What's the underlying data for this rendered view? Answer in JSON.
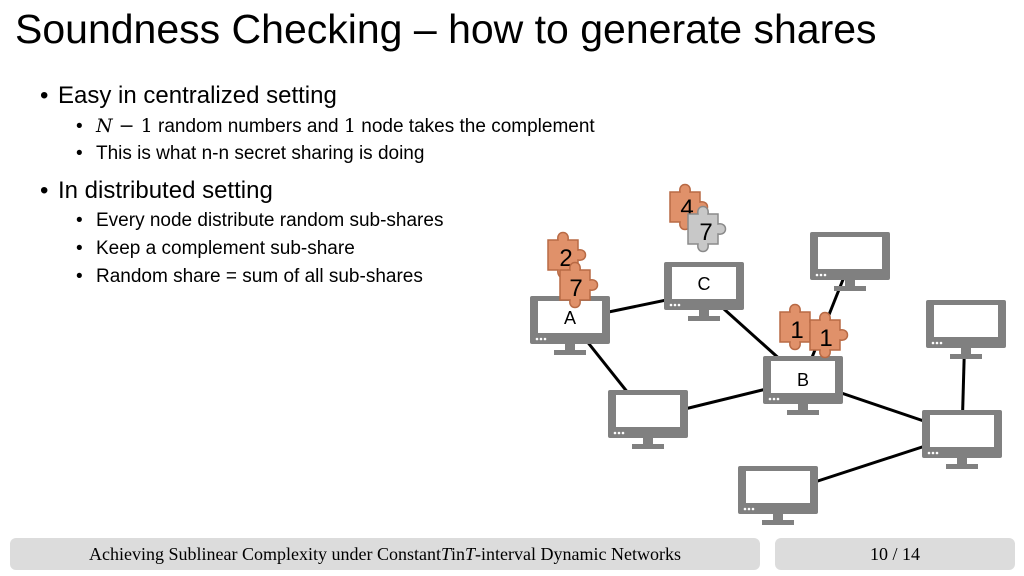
{
  "title": "Soundness Checking – how to generate shares",
  "bullets": {
    "b1": "Easy in centralized setting",
    "b1_sub1_pre": "N",
    "b1_sub1_mid": " − 1",
    "b1_sub1_text1": " random numbers and ",
    "b1_sub1_num": "1",
    "b1_sub1_text2": " node takes the complement",
    "b1_sub2": "This is what n-n secret sharing is doing",
    "b2": "In distributed setting",
    "b2_sub1": "Every node distribute random sub-shares",
    "b2_sub2": "Keep a complement sub-share",
    "b2_sub3": "Random share = sum of all sub-shares"
  },
  "network": {
    "node_labels": {
      "a": "A",
      "b": "B",
      "c": "C"
    },
    "pieces": {
      "a_top": "2",
      "a_bottom": "7",
      "c_orange": "4",
      "c_gray": "7",
      "b_left": "1",
      "b_right": "1"
    },
    "colors": {
      "monitor": "#808080",
      "screen": "#ffffff",
      "piece_orange": "#e0916a",
      "piece_gray": "#c8c8c8",
      "line": "#000000"
    }
  },
  "footer": {
    "left_pre": "Achieving Sublinear Complexity under Constant ",
    "left_t1": "T",
    "left_mid": " in ",
    "left_t2": "T",
    "left_post": "-interval Dynamic Networks",
    "page": "10 / 14"
  }
}
